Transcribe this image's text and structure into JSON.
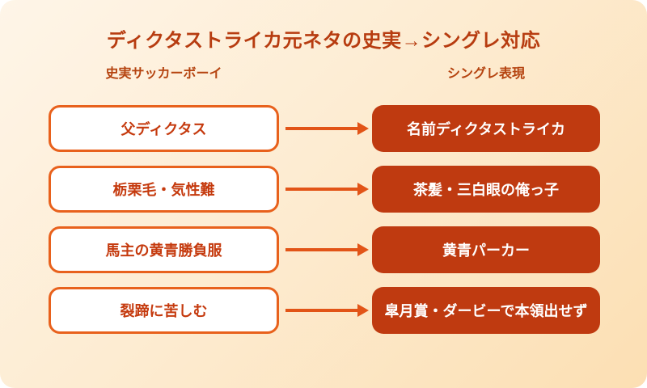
{
  "title": "ディクタストライカ元ネタの史実→シングレ対応",
  "columns": {
    "left_header": "史実サッカーボーイ",
    "right_header": "シングレ表現"
  },
  "rows": [
    {
      "fact": "父ディクタス",
      "mapping": "名前ディクタストライカ"
    },
    {
      "fact": "栃栗毛・気性難",
      "mapping": "茶髪・三白眼の俺っ子"
    },
    {
      "fact": "馬主の黄青勝負服",
      "mapping": "黄青パーカー"
    },
    {
      "fact": "裂蹄に苦しむ",
      "mapping": "皐月賞・ダービーで本領出せず"
    }
  ],
  "colors": {
    "card_gradient_top": "#fef5e8",
    "card_gradient_bottom": "#fcdfb3",
    "title_text": "#b73c10",
    "header_text": "#b5430f",
    "fact_box_border": "#e8611c",
    "fact_box_bg": "#ffffff",
    "fact_box_text": "#c53a0e",
    "mapping_box_bg": "#bf3a10",
    "mapping_box_text": "#ffffff",
    "arrow": "#e25417"
  }
}
